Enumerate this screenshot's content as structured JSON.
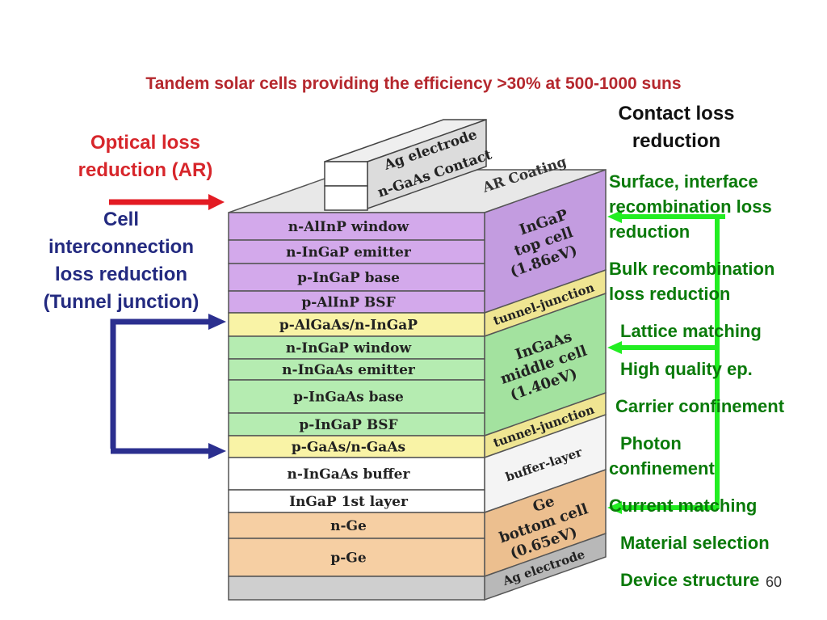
{
  "title": "Tandem solar cells providing the efficiency >30% at 500-1000 suns",
  "left_labels": {
    "optical": [
      "Optical loss",
      "reduction (AR)"
    ],
    "interconnection": [
      "Cell",
      "interconnection",
      "loss reduction",
      "(Tunnel junction)"
    ]
  },
  "contact_loss": [
    "Contact loss",
    "reduction"
  ],
  "top_structure": {
    "ag_electrode": "Ag electrode",
    "ngaas_contact": "n-GaAs Contact",
    "ar_coating": "AR Coating"
  },
  "layers": [
    {
      "label": "n-AlInP window",
      "color": "#d3a9eb"
    },
    {
      "label": "n-InGaP emitter",
      "color": "#d3a9eb"
    },
    {
      "label": "p-InGaP base",
      "color": "#d3a9eb"
    },
    {
      "label": "p-AlInP BSF",
      "color": "#d3a9eb"
    },
    {
      "label": "p-AlGaAs/n-InGaP",
      "color": "#f9f3a6"
    },
    {
      "label": "n-InGaP window",
      "color": "#b5ecb1"
    },
    {
      "label": "n-InGaAs emitter",
      "color": "#b5ecb1"
    },
    {
      "label": "p-InGaAs base",
      "color": "#b5ecb1"
    },
    {
      "label": "p-InGaP BSF",
      "color": "#b5ecb1"
    },
    {
      "label": "p-GaAs/n-GaAs",
      "color": "#f9f3a6"
    },
    {
      "label": "n-InGaAs buffer",
      "color": "#ffffff"
    },
    {
      "label": "InGaP 1st layer",
      "color": "#ffffff"
    },
    {
      "label": "n-Ge",
      "color": "#f6cfa3"
    },
    {
      "label": "p-Ge",
      "color": "#f6cfa3"
    },
    {
      "label": "",
      "color": "#cfcfcf"
    }
  ],
  "side_faces": [
    {
      "lines": [
        "InGaP",
        "top cell",
        "(1.86eV)"
      ],
      "color": "#c39ce0"
    },
    {
      "lines": [
        "tunnel-junction"
      ],
      "color": "#efe592"
    },
    {
      "lines": [
        "InGaAs",
        "middle cell",
        "(1.40eV)"
      ],
      "color": "#a3e29f"
    },
    {
      "lines": [
        "tunnel-junction"
      ],
      "color": "#efe592"
    },
    {
      "lines": [
        "buffer-layer"
      ],
      "color": "#f4f4f4"
    },
    {
      "lines": [
        "Ge",
        "bottom cell",
        "(0.65eV)"
      ],
      "color": "#ecbf8f"
    },
    {
      "lines": [
        "Ag electrode"
      ],
      "color": "#b8b8b8"
    }
  ],
  "right_items": [
    "Surface, interface",
    "recombination loss",
    "reduction",
    "Bulk recombination",
    "loss reduction",
    "Lattice matching",
    "High quality ep.",
    "Carrier confinement",
    "Photon",
    "confinement",
    "Current matching",
    "Material selection",
    "Device structure"
  ],
  "page_number": "60",
  "colors": {
    "red_arrow": "#e31b23",
    "navy_arrow": "#2b2f8f",
    "green_arrow": "#22ee22"
  }
}
